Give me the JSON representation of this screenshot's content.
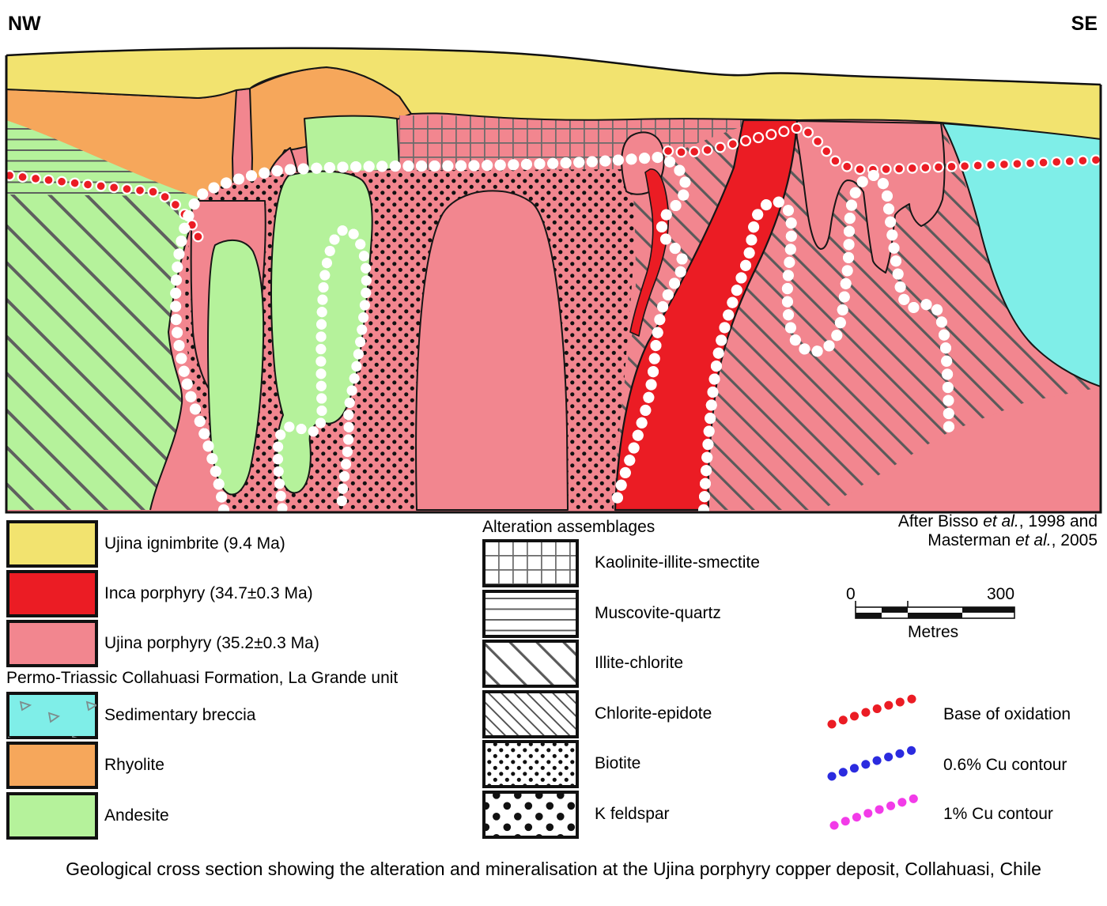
{
  "orientation": {
    "left": "NW",
    "right": "SE"
  },
  "caption": "Geological cross section showing the alteration and mineralisation at the Ujina porphyry copper deposit, Collahuasi, Chile",
  "attribution": {
    "line1_pre": "After Bisso ",
    "line1_italic": "et al.",
    "line1_post": ", 1998 and",
    "line2_pre": "Masterman ",
    "line2_italic": "et al.",
    "line2_post": ", 2005"
  },
  "scale_bar": {
    "start": "0",
    "end": "300",
    "unit": "Metres"
  },
  "legend": {
    "rock_units": [
      {
        "label": "Ujina ignimbrite (9.4 Ma)",
        "color": "#F2E36F",
        "pattern": "none"
      },
      {
        "label": "Inca porphyry (34.7±0.3 Ma)",
        "color": "#EB1C24",
        "pattern": "none"
      },
      {
        "label": "Ujina porphyry (35.2±0.3 Ma)",
        "color": "#F2868F",
        "pattern": "none"
      },
      {
        "label": "Sedimentary breccia",
        "color": "#7FEEE8",
        "pattern": "triangles"
      },
      {
        "label": "Rhyolite",
        "color": "#F6A75B",
        "pattern": "none"
      },
      {
        "label": "Andesite",
        "color": "#B5F29B",
        "pattern": "none"
      }
    ],
    "formation_note": "Permo-Triassic Collahuasi Formation, La Grande unit",
    "alteration_header": "Alteration assemblages",
    "alteration_assemblages": [
      {
        "label": "Kaolinite-illite-smectite",
        "pattern": "grid"
      },
      {
        "label": "Muscovite-quartz",
        "pattern": "horizontal-lines"
      },
      {
        "label": "Illite-chlorite",
        "pattern": "diagonal-sparse"
      },
      {
        "label": "Chlorite-epidote",
        "pattern": "diagonal-dense"
      },
      {
        "label": "Biotite",
        "pattern": "dots-small"
      },
      {
        "label": "K feldspar",
        "pattern": "dots-large"
      }
    ],
    "contours": [
      {
        "label": "Base of oxidation",
        "color": "#EB1C24"
      },
      {
        "label": "0.6% Cu contour",
        "color": "#2B2BDF"
      },
      {
        "label": "1% Cu contour",
        "color": "#F23BE8"
      }
    ]
  }
}
